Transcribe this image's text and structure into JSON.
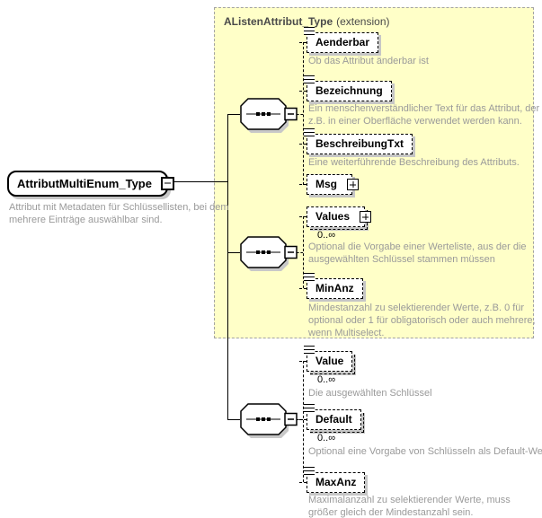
{
  "colors": {
    "extension_fill": "#ffffc8",
    "annotation_text": "#9a9a9a",
    "box_shadow": "#c6c6c6"
  },
  "root": {
    "label": "AttributMultiEnum_Type",
    "annotation": "Attribut mit Metadaten für Schlüssellisten, bei dem mehrere Einträge auswählbar sind."
  },
  "extension": {
    "title": "AListenAttribut_Type",
    "suffix": "(extension)"
  },
  "elements": [
    {
      "name": "Aenderbar",
      "annotation": "Ob das Attribut änderbar ist"
    },
    {
      "name": "Bezeichnung",
      "annotation": "Ein menschenverständlicher Text für das Attribut, der z.B. in einer Oberfläche verwendet werden kann."
    },
    {
      "name": "BeschreibungTxt",
      "annotation": "Eine weiterführende Beschreibung des Attributs."
    },
    {
      "name": "Msg"
    },
    {
      "name": "Values",
      "multiplicity": "0..∞",
      "annotation": "Optional die Vorgabe einer Werteliste, aus der die ausgewählten Schlüssel stammen müssen"
    },
    {
      "name": "MinAnz",
      "annotation": "Mindestanzahl zu selektierender Werte, z.B. 0 für optional oder 1 für obligatorisch oder auch mehrere, wenn Multiselect."
    },
    {
      "name": "Value",
      "multiplicity": "0..∞",
      "annotation": "Die ausgewählten Schlüssel"
    },
    {
      "name": "Default",
      "multiplicity": "0..∞",
      "annotation": "Optional eine Vorgabe von Schlüsseln als Default-Werte"
    },
    {
      "name": "MaxAnz",
      "annotation": "Maximalanzahl zu selektierender Werte, muss größer gleich der Mindestanzahl sein."
    }
  ]
}
